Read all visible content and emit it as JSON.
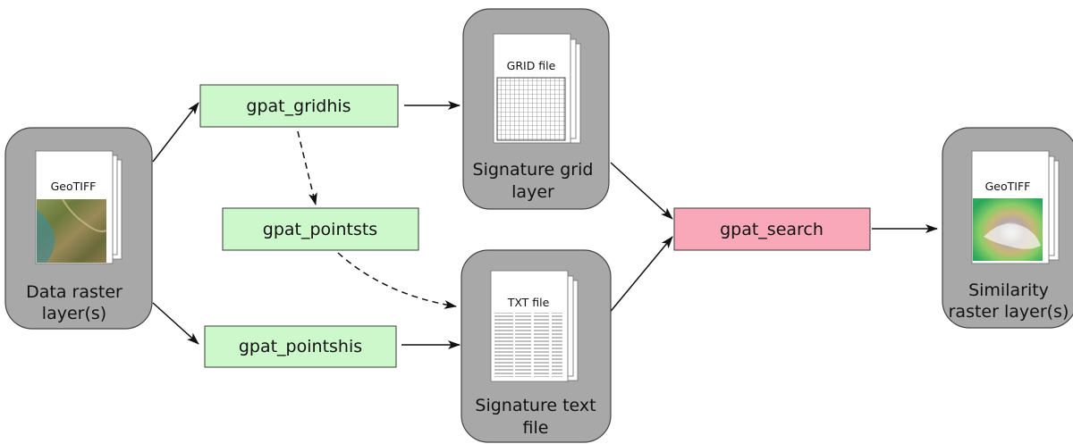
{
  "panels": {
    "data_raster": {
      "lines": [
        "Data raster",
        "layer(s)"
      ],
      "doc": {
        "type": "GeoTIFF"
      }
    },
    "signature_grid": {
      "lines": [
        "Signature grid",
        "layer"
      ],
      "doc": {
        "type": "GRID file"
      }
    },
    "signature_text": {
      "lines": [
        "Signature text",
        "file"
      ],
      "doc": {
        "type": "TXT file"
      }
    },
    "similarity_raster": {
      "lines": [
        "Similarity",
        "raster layer(s)"
      ],
      "doc": {
        "type": "GeoTIFF"
      }
    }
  },
  "nodes": {
    "gridhis": {
      "label": "gpat_gridhis"
    },
    "pointsts": {
      "label": "gpat_pointsts"
    },
    "pointshis": {
      "label": "gpat_pointshis"
    },
    "search": {
      "label": "gpat_search"
    }
  },
  "colors": {
    "panel_fill": "#a8a8a8",
    "tool_node": "#ccf8cc",
    "search_node": "#f8a8b8"
  },
  "edges": [
    {
      "from": "data_raster",
      "to": "gridhis",
      "style": "solid"
    },
    {
      "from": "data_raster",
      "to": "pointshis",
      "style": "solid"
    },
    {
      "from": "gridhis",
      "to": "signature_grid",
      "style": "solid"
    },
    {
      "from": "gridhis",
      "to": "pointsts",
      "style": "dashed"
    },
    {
      "from": "pointsts",
      "to": "signature_text",
      "style": "dashed"
    },
    {
      "from": "pointshis",
      "to": "signature_text",
      "style": "solid"
    },
    {
      "from": "signature_grid",
      "to": "search",
      "style": "solid"
    },
    {
      "from": "signature_text",
      "to": "search",
      "style": "solid"
    },
    {
      "from": "search",
      "to": "similarity_raster",
      "style": "solid"
    }
  ]
}
